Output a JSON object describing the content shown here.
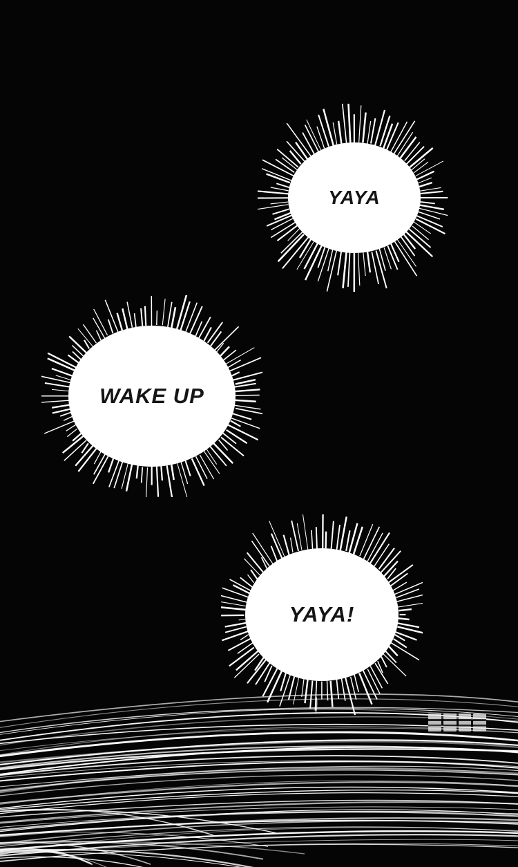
{
  "page": {
    "type": "comic-panel",
    "background": "#050505"
  },
  "colors": {
    "bubble_fill": "#ffffff",
    "burst_lines": "#ffffff",
    "scribble_lines": "#ffffff",
    "text": "#151515"
  },
  "bubbles": [
    {
      "id": "bubble-yaya",
      "text": "YAYA"
    },
    {
      "id": "bubble-wake-up",
      "text": "WAKE UP"
    },
    {
      "id": "bubble-yaya-exclaim",
      "text": "YAYA!"
    }
  ]
}
